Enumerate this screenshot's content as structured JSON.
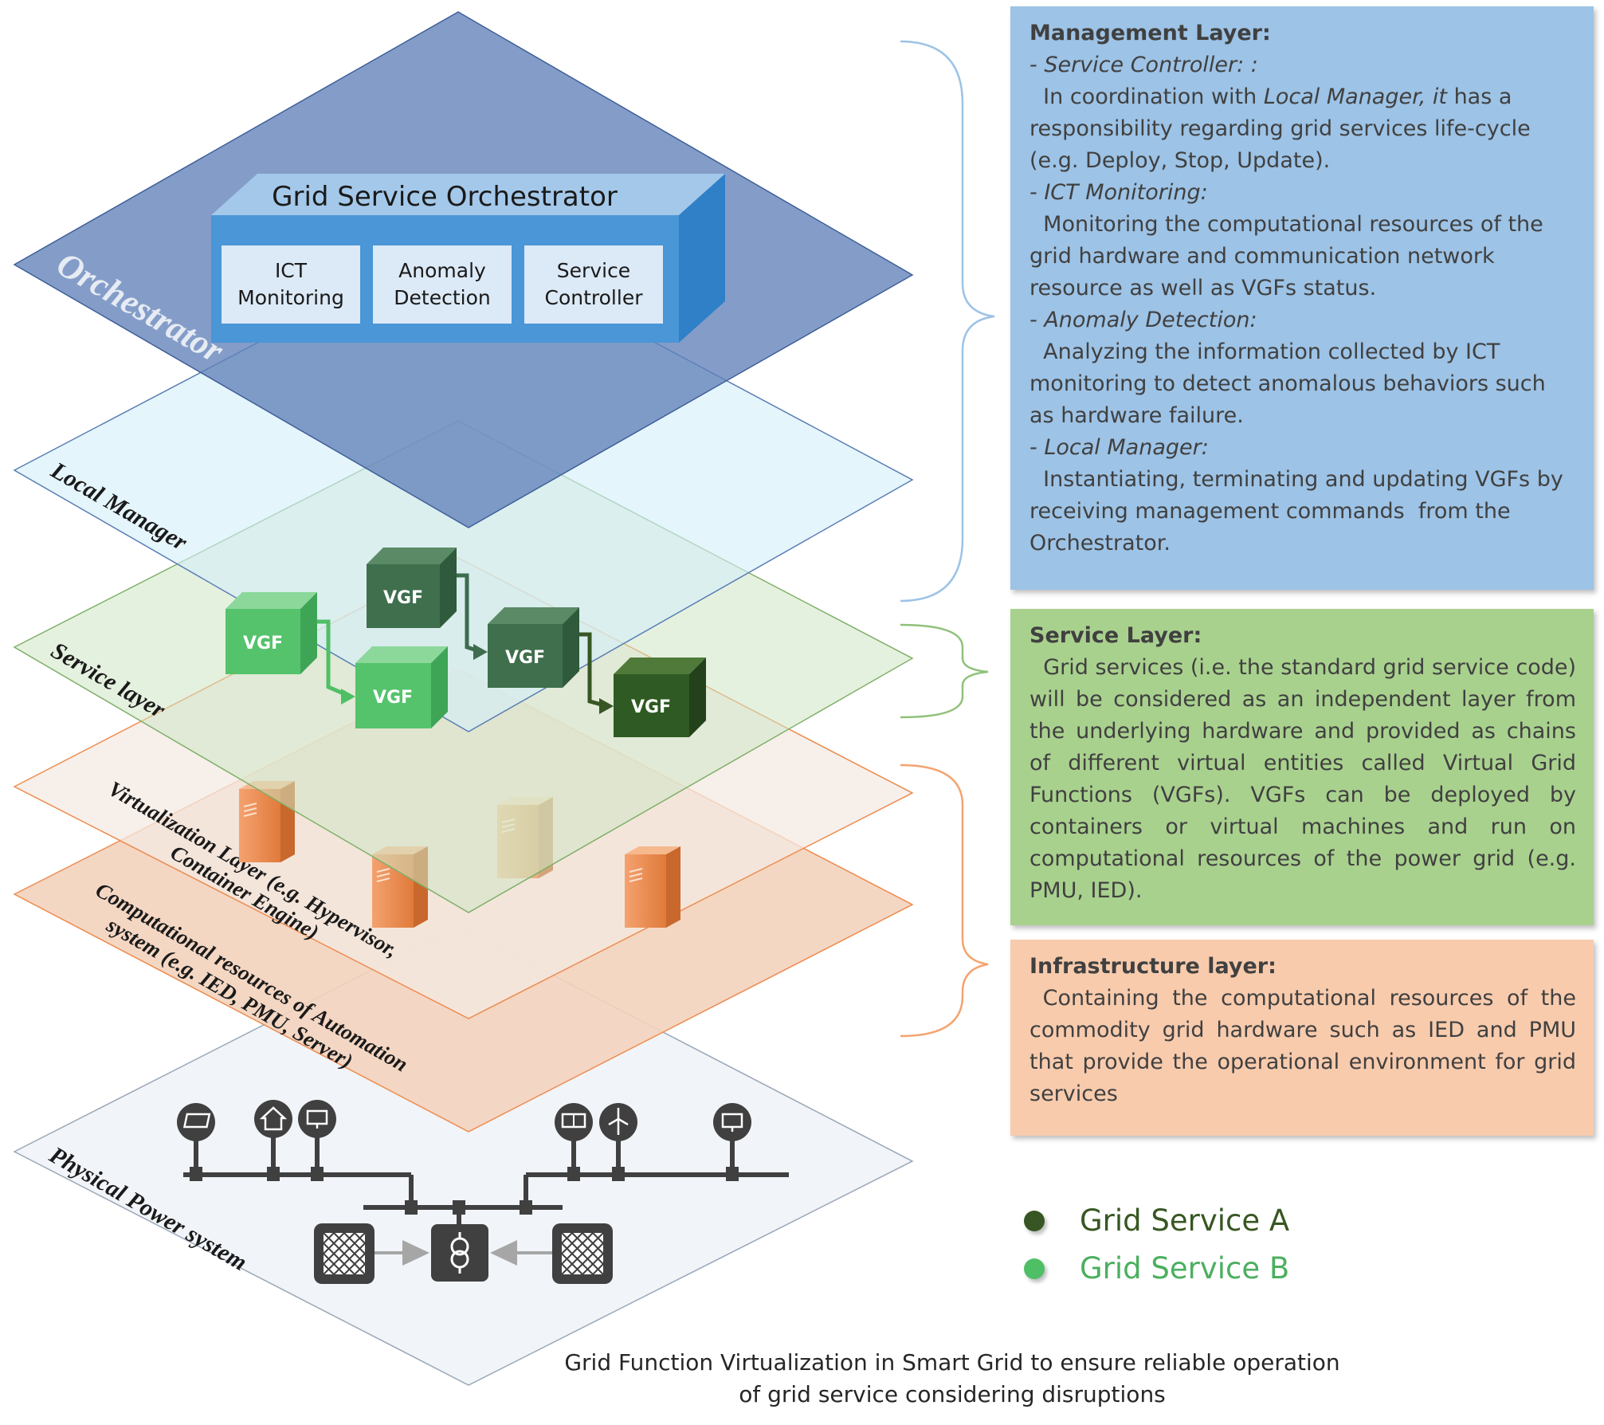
{
  "layers": {
    "orchestrator": "Orchestrator",
    "local_manager": "Local Manager",
    "service": "Service layer",
    "virtualization": [
      "Virtualization Layer (e.g. Hypervisor,",
      "Container Engine)"
    ],
    "computational": [
      "Computational resources of Automation",
      "system (e.g. IED, PMU, Server)"
    ],
    "physical": "Physical Power system"
  },
  "orchestrator_box": {
    "title": "Grid Service Orchestrator",
    "modules": [
      [
        "ICT",
        "Monitoring"
      ],
      [
        "Anomaly",
        "Detection"
      ],
      [
        "Service",
        "Controller"
      ]
    ]
  },
  "vgf_label": "VGF",
  "management_panel": {
    "title": "Management Layer:",
    "sections": [
      {
        "heading": "- Service Controller: :",
        "body_pre": "  In coordination with ",
        "body_italic": "Local Manager, it",
        "body_post": " has a responsibility regarding grid services life-cycle (e.g. Deploy, Stop, Update)."
      },
      {
        "heading": "- ICT Monitoring:",
        "body": "  Monitoring the computational resources of the grid hardware and communication network resource as well as VGFs status."
      },
      {
        "heading": "- Anomaly Detection:",
        "body": "  Analyzing the information collected by ICT monitoring to detect anomalous behaviors such as hardware failure."
      },
      {
        "heading": "- Local Manager:",
        "body": "  Instantiating, terminating and updating VGFs by receiving management commands  from the Orchestrator."
      }
    ]
  },
  "service_panel": {
    "title": "Service Layer:",
    "body": "  Grid services (i.e. the standard grid service code) will be considered as an independent layer from the underlying hardware and provided as chains of different virtual entities called Virtual Grid Functions (VGFs). VGFs can be deployed by containers or virtual machines and run on computational resources of the power grid (e.g. PMU, IED)."
  },
  "infra_panel": {
    "title": "Infrastructure layer:",
    "body": " Containing the computational resources of the commodity grid hardware such as IED and PMU that provide the operational environment for grid services"
  },
  "legend": {
    "a": {
      "label": "Grid Service A",
      "color": "#375623"
    },
    "b": {
      "label": "Grid Service B",
      "color": "#4fbf66"
    }
  },
  "caption": [
    "Grid Function Virtualization in Smart Grid to ensure reliable operation",
    "of grid service considering disruptions"
  ],
  "icons": {
    "power": [
      "solar-panel-icon",
      "house-icon",
      "monitor-icon",
      "solar-panel-icon",
      "wind-turbine-icon",
      "monitor-icon",
      "substation-icon",
      "transformer-icon",
      "substation-icon"
    ],
    "servers": "server-icon"
  }
}
